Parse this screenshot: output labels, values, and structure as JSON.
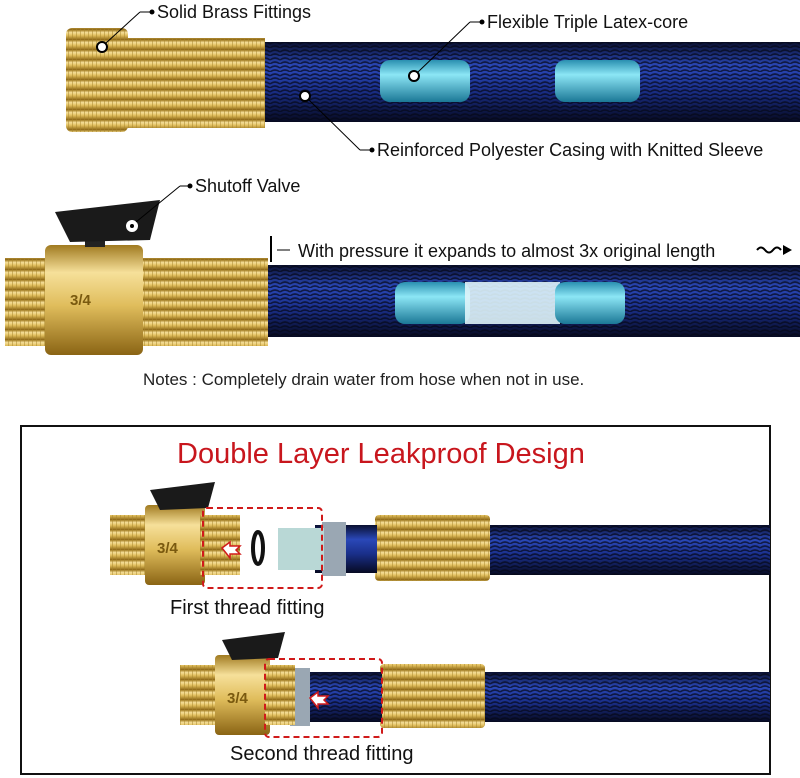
{
  "callouts": {
    "brass": "Solid Brass Fittings",
    "latex": "Flexible Triple Latex-core",
    "casing": "Reinforced Polyester Casing with Knitted Sleeve",
    "valve": "Shutoff Valve",
    "expand": "With pressure it expands to almost 3x original length"
  },
  "note": "Notes : Completely drain water from hose when not in use.",
  "leakproof": {
    "title": "Double Layer Leakproof Design",
    "first": "First thread fitting",
    "second": "Second thread fitting"
  },
  "valve_size": "3/4",
  "colors": {
    "brass": "#e2c060",
    "hose": "#1c2f8a",
    "latex": "#4cc3dc",
    "accent": "#c8161d"
  }
}
